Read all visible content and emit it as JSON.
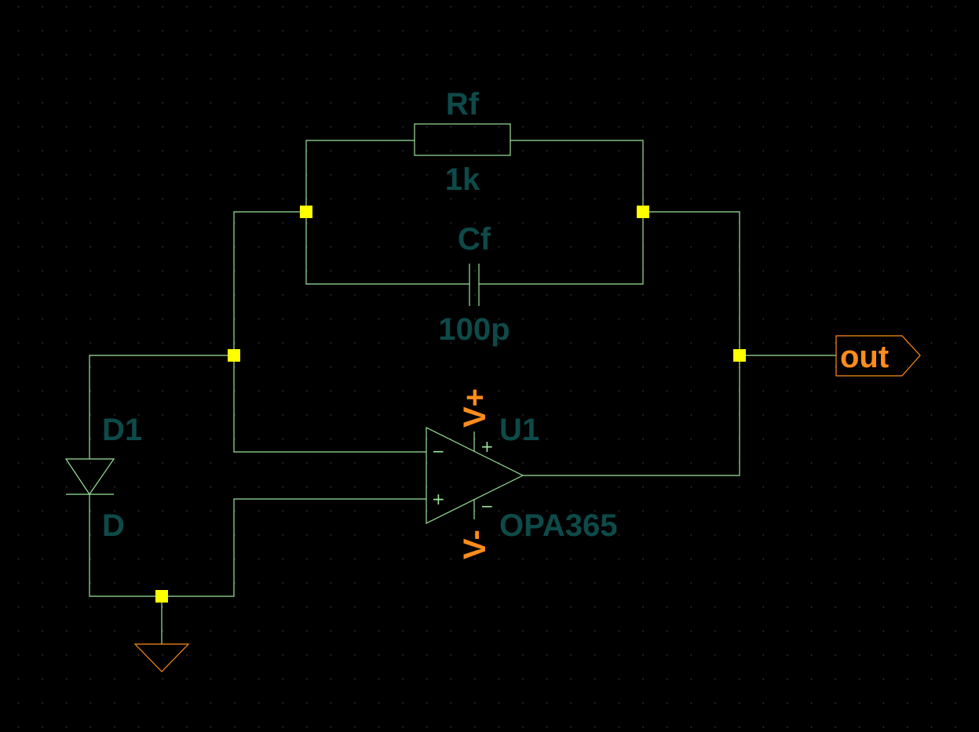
{
  "colors": {
    "background": "#000000",
    "wire": "#9be39b",
    "junction": "#ffff00",
    "label": "#0e4a4a",
    "net_label": "#ff8c1a"
  },
  "grid": true,
  "components": {
    "rf": {
      "ref": "Rf",
      "value": "1k"
    },
    "cf": {
      "ref": "Cf",
      "value": "100p"
    },
    "d1": {
      "ref": "D1",
      "value": "D"
    },
    "u1": {
      "ref": "U1",
      "value": "OPA365"
    }
  },
  "power_pins": {
    "vpos": "V+",
    "vneg": "V-"
  },
  "opamp_pins": {
    "inv": "−",
    "noninv": "+",
    "supply_pos": "+",
    "supply_neg": "−"
  },
  "output_port": {
    "label": "out"
  }
}
